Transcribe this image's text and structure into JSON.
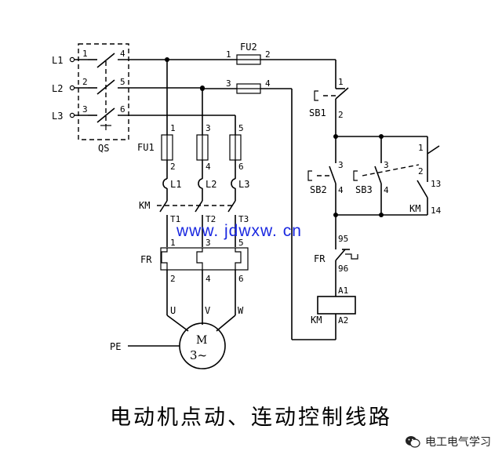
{
  "title": "电动机点动、连动控制线路",
  "watermark": "www. jdwxw. cn",
  "brand": {
    "name": "电工电气学习",
    "icon": "wechat-icon"
  },
  "diagram": {
    "lines": [
      "L1",
      "L2",
      "L3"
    ],
    "qs": {
      "name": "QS",
      "in": [
        "1",
        "2",
        "3"
      ],
      "out": [
        "4",
        "5",
        "6"
      ]
    },
    "fu2": {
      "name": "FU2",
      "a": [
        "1",
        "3"
      ],
      "b": [
        "2",
        "4"
      ]
    },
    "fu1": {
      "name": "FU1",
      "top": [
        "1",
        "3",
        "5"
      ],
      "bot": [
        "2",
        "4",
        "6"
      ]
    },
    "coil_terms": [
      "L1",
      "L2",
      "L3"
    ],
    "km_main": {
      "name": "KM",
      "out": [
        "T1",
        "T2",
        "T3"
      ]
    },
    "fr": {
      "name": "FR",
      "top": [
        "1",
        "3",
        "5"
      ],
      "bot": [
        "2",
        "4",
        "6"
      ]
    },
    "motor": {
      "terms": [
        "U",
        "V",
        "W"
      ],
      "symbol": "M",
      "phase": "3~",
      "pe": "PE"
    },
    "sb1": {
      "name": "SB1",
      "t1": "1",
      "t2": "2"
    },
    "sb2": {
      "name": "SB2",
      "t1": "3",
      "t2": "4"
    },
    "sb3": {
      "name": "SB3",
      "t1": "3",
      "t2": "4",
      "t_nc1": "1",
      "t_nc2": "2"
    },
    "km_aux": {
      "name": "KM",
      "t1": "13",
      "t2": "14"
    },
    "fr_nc": {
      "name": "FR",
      "t1": "95",
      "t2": "96"
    },
    "km_coil": {
      "name": "KM",
      "a1": "A1",
      "a2": "A2"
    }
  }
}
